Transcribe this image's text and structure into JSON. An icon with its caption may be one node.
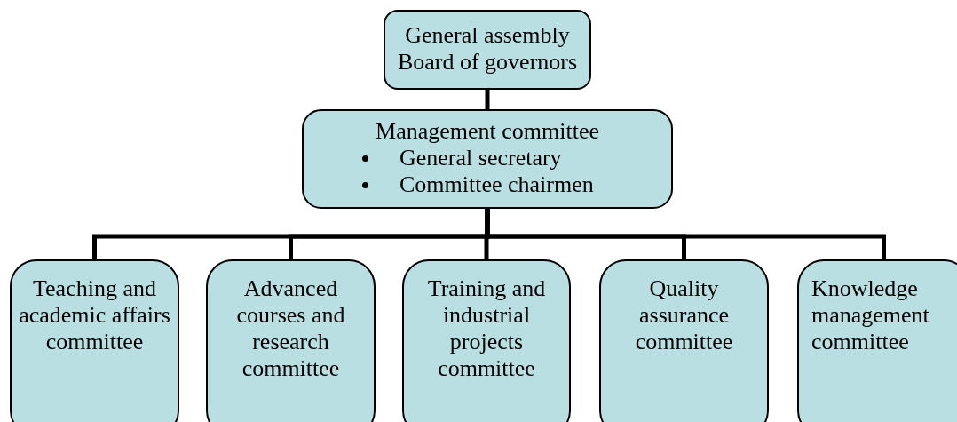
{
  "diagram": {
    "nodes": [
      {
        "text": [
          "General assembly Board of governors"
        ]
      },
      {
        "text": [
          "Management committee",
          "General secretary",
          "Committee chairmen"
        ]
      },
      {
        "text": [
          "Teaching and academic affairs committee"
        ]
      },
      {
        "text": [
          "Advanced courses and research committee"
        ]
      },
      {
        "text": [
          "Training and industrial projects committee"
        ]
      },
      {
        "text": [
          "Quality assurance committee"
        ]
      },
      {
        "text": [
          "Knowledge management committee"
        ]
      }
    ],
    "edges": [
      {
        "from": 0,
        "to": 1,
        "arrow": "none"
      },
      {
        "from": 1,
        "to": 2,
        "arrow": "none"
      },
      {
        "from": 1,
        "to": 3,
        "arrow": "none"
      },
      {
        "from": 1,
        "to": 4,
        "arrow": "none"
      },
      {
        "from": 1,
        "to": 5,
        "arrow": "none"
      },
      {
        "from": 1,
        "to": 6,
        "arrow": "none"
      }
    ]
  }
}
